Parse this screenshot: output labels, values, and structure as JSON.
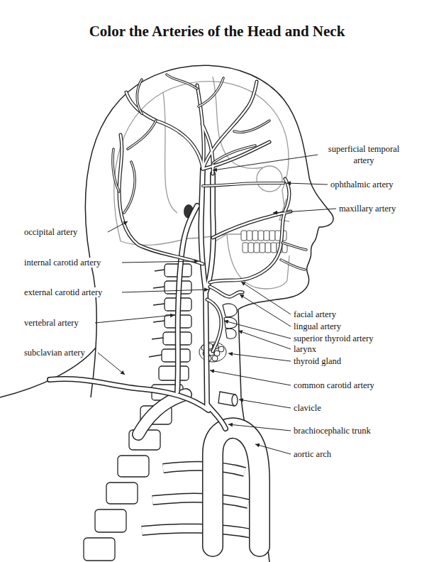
{
  "diagram": {
    "title": "Color the Arteries of the Head and Neck",
    "labels": [
      "superficial temporal artery",
      "ophthalmic artery",
      "maxillary artery",
      "occipital artery",
      "internal carotid artery",
      "external carotid artery",
      "vertebral artery",
      "subclavian artery",
      "facial artery",
      "lingual artery",
      "superior thyroid artery",
      "larynx",
      "thyroid gland",
      "common carotid artery",
      "clavicle",
      "brachiocephalic trunk",
      "aortic arch"
    ]
  }
}
